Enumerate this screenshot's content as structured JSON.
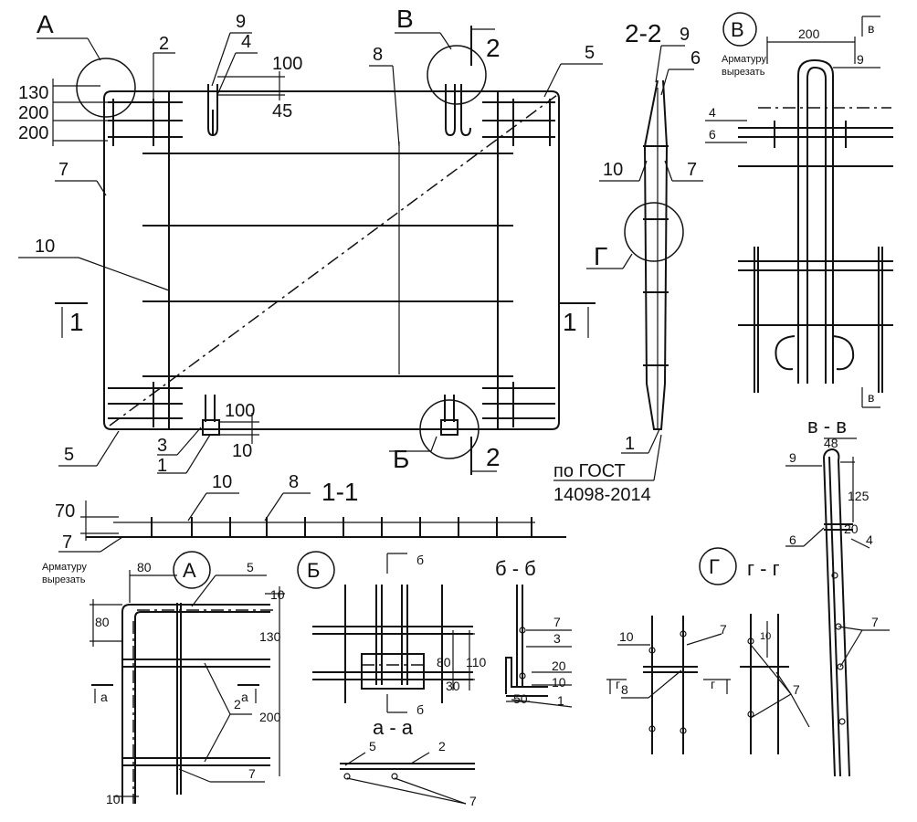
{
  "callouts": {
    "A": "А",
    "V": "В",
    "B": "Б",
    "G": "Г"
  },
  "sections": {
    "s11": "1-1",
    "s22": "2-2",
    "vv": "в - в",
    "bb": "б - б",
    "aa": "а - а",
    "gg": "г - г",
    "one": "1",
    "two": "2",
    "small_v": "в",
    "small_b": "б",
    "small_a": "а",
    "small_g": "г"
  },
  "positions": {
    "p1": "1",
    "p2": "2",
    "p3": "3",
    "p4": "4",
    "p5": "5",
    "p6": "6",
    "p7": "7",
    "p8": "8",
    "p9": "9",
    "p10": "10"
  },
  "dims": {
    "d130": "130",
    "d200": "200",
    "d100": "100",
    "d45": "45",
    "d10": "10",
    "d70": "70",
    "d80": "80",
    "d48": "48",
    "d125": "125",
    "d20": "20",
    "d30": "30",
    "d110": "110",
    "d50": "50"
  },
  "notes": {
    "cut_line1": "Арматуру",
    "cut_line2": "вырезать",
    "gost_line1": "по ГОСТ",
    "gost_line2": "14098-2014"
  }
}
